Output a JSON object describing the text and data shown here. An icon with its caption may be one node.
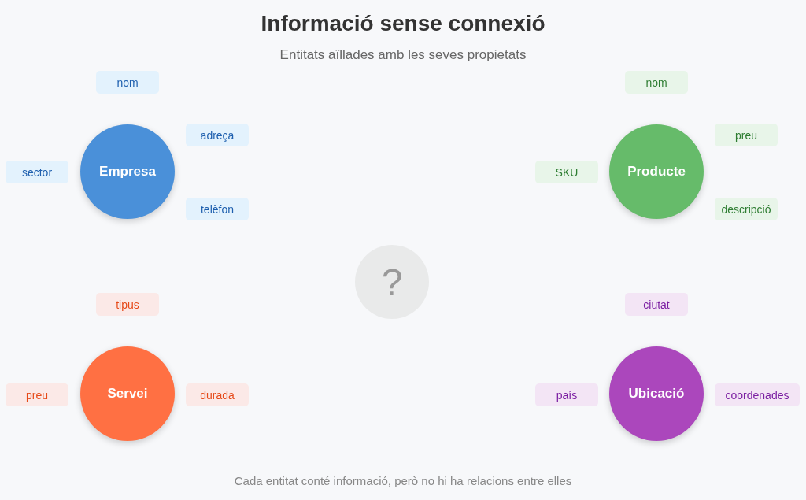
{
  "diagram": {
    "title": "Informació sense connexió",
    "caption": "Cada entitat conté informació, però no hi ha relacions entre elles",
    "nodes": [
      {
        "text": [
          "Empresa"
        ]
      },
      {
        "text": [
          "nom"
        ]
      },
      {
        "text": [
          "adreça"
        ]
      },
      {
        "text": [
          "sector"
        ]
      },
      {
        "text": [
          "telèfon"
        ]
      },
      {
        "text": [
          "Producte"
        ]
      },
      {
        "text": [
          "nom"
        ]
      },
      {
        "text": [
          "preu"
        ]
      },
      {
        "text": [
          "SKU"
        ]
      },
      {
        "text": [
          "descripció"
        ]
      },
      {
        "text": [
          "?"
        ]
      },
      {
        "text": [
          "Servei"
        ]
      },
      {
        "text": [
          "tipus"
        ]
      },
      {
        "text": [
          "preu"
        ]
      },
      {
        "text": [
          "durada"
        ]
      },
      {
        "text": [
          "Ubicació"
        ]
      },
      {
        "text": [
          "ciutat"
        ]
      },
      {
        "text": [
          "país"
        ]
      },
      {
        "text": [
          "coordenades"
        ]
      }
    ],
    "edges": [],
    "labels": [
      "Entitats aïllades amb les seves propietats"
    ]
  }
}
